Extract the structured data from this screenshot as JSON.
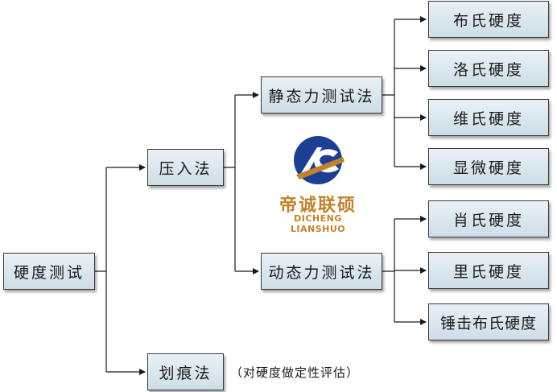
{
  "nodes": {
    "root": "硬度测试",
    "indentation": "压入法",
    "scratch": "划痕法",
    "static_force": "静态力测试法",
    "dynamic_force": "动态力测试法",
    "brinell": "布氏硬度",
    "rockwell": "洛氏硬度",
    "vickers": "维氏硬度",
    "microhardness": "显微硬度",
    "shore": "肖氏硬度",
    "leeb": "里氏硬度",
    "hammer_brinell": "锤击布氏硬度"
  },
  "scratch_note": "（对硬度做定性评估）",
  "logo": {
    "name_cn": "帝诚联硕",
    "name_en": "DICHENG LIANSHUO"
  },
  "colors": {
    "line": "#1a1a1a",
    "node_top": "#eaf1f6",
    "node_bottom": "#cddde7",
    "logo_blue": "#1c3f94",
    "logo_orange": "#c2822b"
  }
}
